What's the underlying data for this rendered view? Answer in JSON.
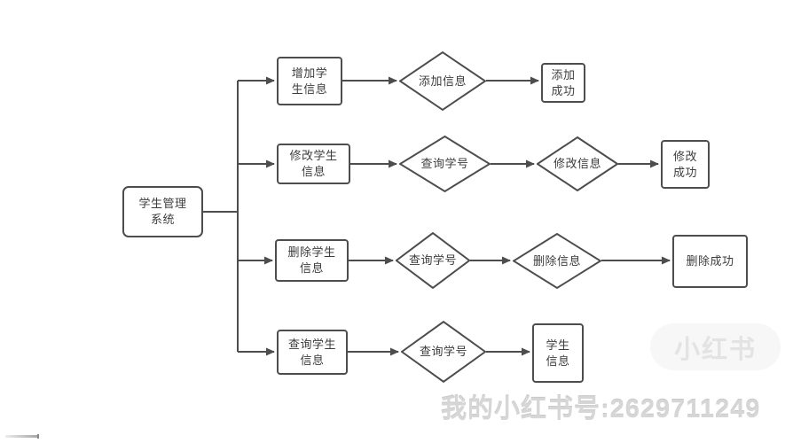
{
  "diagram": {
    "title_node": "学生管理\n系统",
    "row1": {
      "box": "增加学\n生信息",
      "d1": "添加信息",
      "result": "添加\n成功"
    },
    "row2": {
      "box": "修改学生\n信息",
      "d1": "查询学号",
      "d2": "修改信息",
      "result": "修改\n成功"
    },
    "row3": {
      "box": "删除学生\n信息",
      "d1": "查询学号",
      "d2": "删除信息",
      "result": "删除成功"
    },
    "row4": {
      "box": "查询学生\n信息",
      "d1": "查询学号",
      "result": "学生\n信息"
    }
  },
  "watermark": {
    "badge": "小红书",
    "caption": "我的小红书号:2629711249"
  },
  "colors": {
    "line": "#4d4d4d",
    "node_text": "#3d3d3d",
    "watermark_text": "#d6d6d6"
  }
}
